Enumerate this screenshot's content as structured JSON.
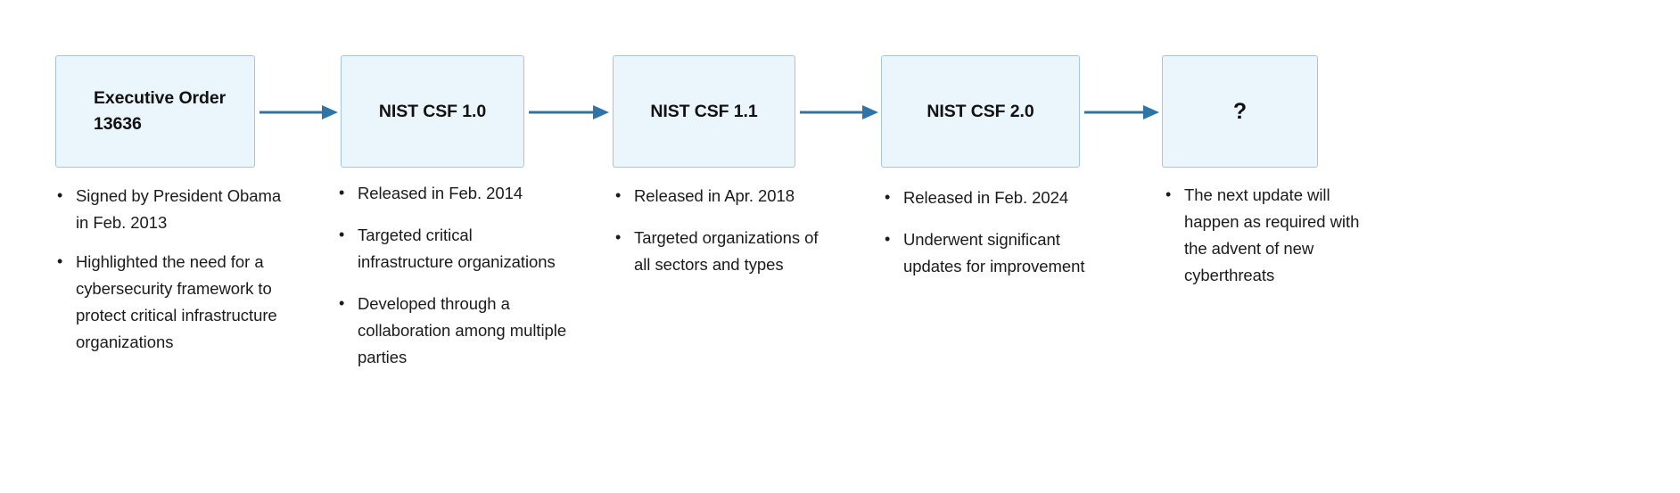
{
  "diagram": {
    "type": "horizontal-flow-timeline",
    "accent_color": "#2e74a6",
    "box_fill_color": "#eaf5fc",
    "box_border_color": "#a4c6e0",
    "text_color": "#1b1b1b",
    "background_color": "#ffffff",
    "stages": [
      {
        "id": "executive-order-13636",
        "title": "Executive Order\n13636",
        "bullets": [
          "Signed by President Obama in Feb. 2013",
          "Highlighted the need for a cybersecurity framework to protect critical infrastructure organizations"
        ]
      },
      {
        "id": "nist-csf-1-0",
        "title": "NIST CSF 1.0",
        "bullets": [
          "Released in Feb. 2014",
          "Targeted critical infrastructure organizations",
          "Developed through a collaboration among multiple parties"
        ]
      },
      {
        "id": "nist-csf-1-1",
        "title": "NIST CSF 1.1",
        "bullets": [
          "Released in Apr. 2018",
          "Targeted organizations of all sectors and types"
        ]
      },
      {
        "id": "nist-csf-2-0",
        "title": "NIST CSF 2.0",
        "bullets": [
          "Released in Feb. 2024",
          "Underwent significant updates for improvement"
        ]
      },
      {
        "id": "future-unknown",
        "title": "?",
        "bullets": [
          "The next update will happen as required with the advent of new cyberthreats"
        ]
      }
    ],
    "arrows": [
      {
        "from": "executive-order-13636",
        "to": "nist-csf-1-0"
      },
      {
        "from": "nist-csf-1-0",
        "to": "nist-csf-1-1"
      },
      {
        "from": "nist-csf-1-1",
        "to": "nist-csf-2-0"
      },
      {
        "from": "nist-csf-2-0",
        "to": "future-unknown"
      }
    ],
    "bullet_glyph": "•"
  }
}
